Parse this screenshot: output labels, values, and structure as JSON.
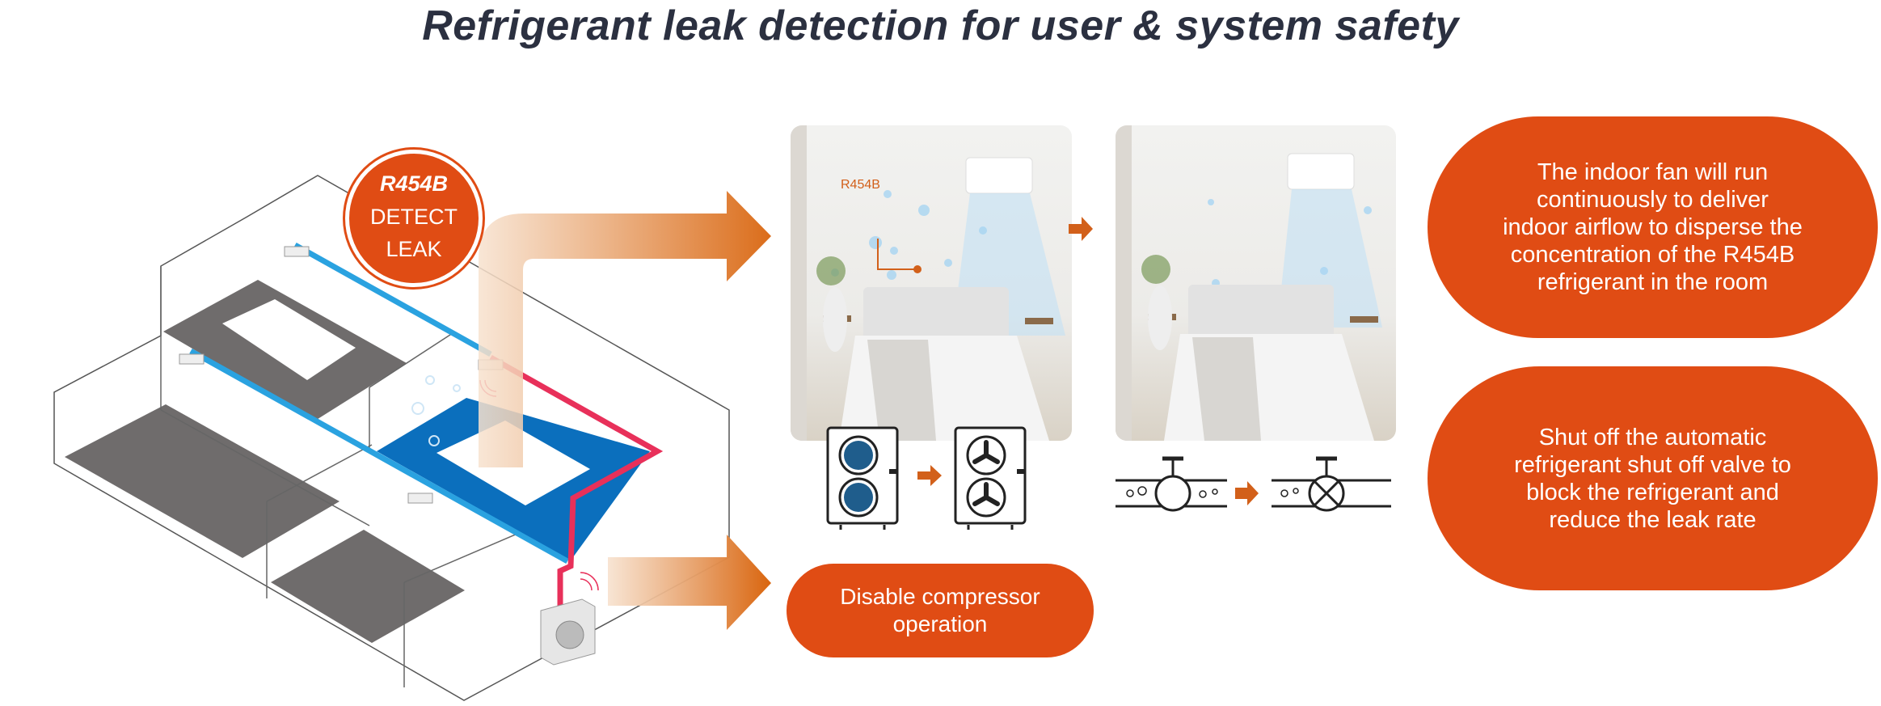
{
  "title": "Refrigerant leak detection for user & system safety",
  "detect_badge": {
    "refrigerant": "R454B",
    "line1": "DETECT",
    "line2": "LEAK"
  },
  "photo_label": "R454B",
  "fan_action": {
    "lines": [
      "The indoor fan will run",
      "continuously to deliver",
      "indoor airflow to disperse the",
      "concentration of the R454B",
      "refrigerant in the room"
    ]
  },
  "valve_action": {
    "lines": [
      "Shut off the automatic",
      "refrigerant shut off valve to",
      "block the refrigerant and",
      "reduce the leak rate"
    ]
  },
  "compressor_action": {
    "lines": [
      "Disable compressor",
      "operation"
    ]
  },
  "colors": {
    "accent": "#e04c14",
    "pipe_blue": "#2aa2e0",
    "pipe_red": "#e8305a",
    "leak_floor": "#0b6fbd",
    "title": "#2b3040"
  },
  "icons": [
    "outdoor-unit-running-icon",
    "outdoor-unit-stopped-icon",
    "valve-open-icon",
    "valve-closed-icon",
    "small-arrow-icon"
  ]
}
